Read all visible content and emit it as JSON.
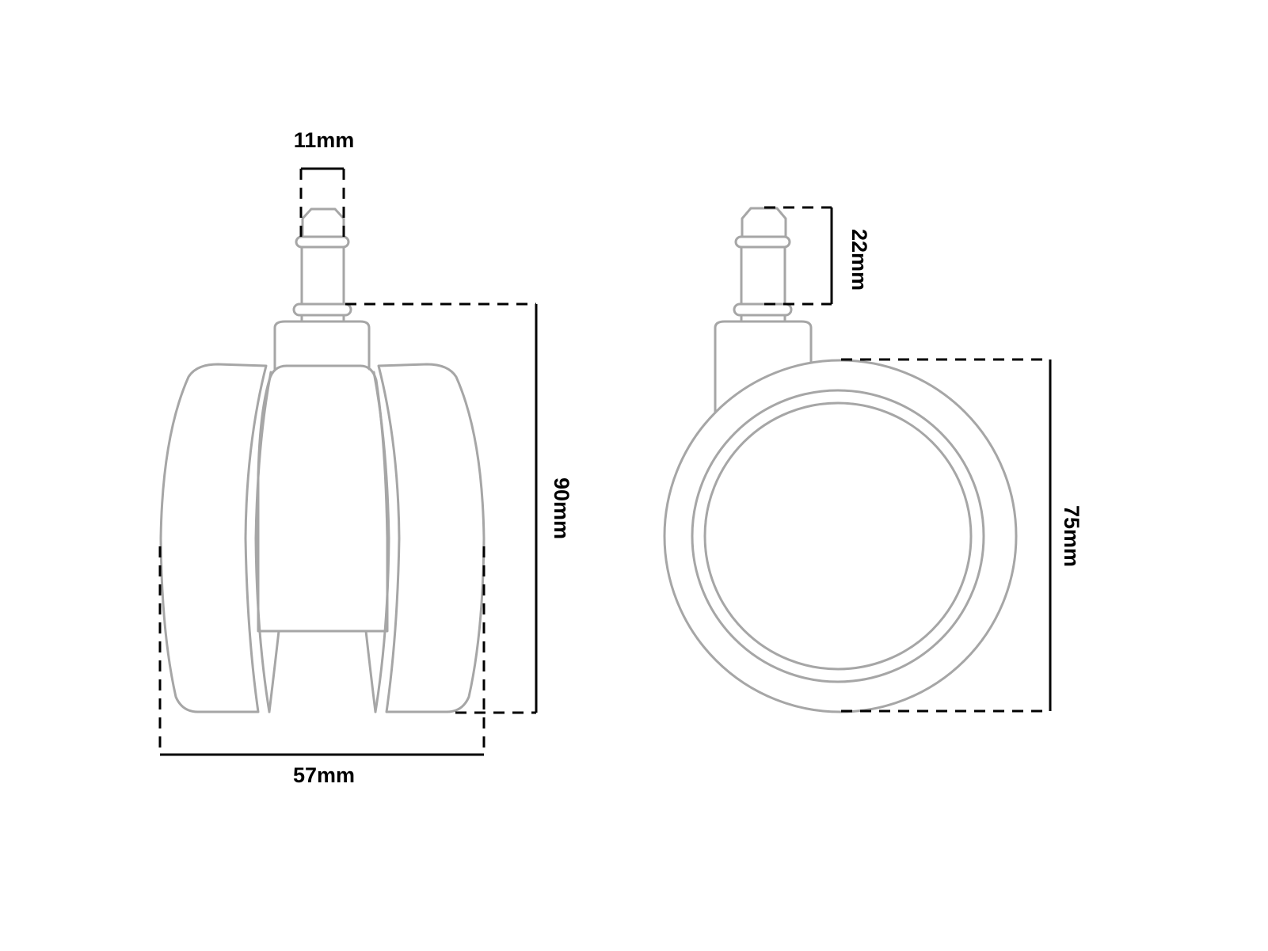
{
  "colors": {
    "outline": "#a6a6a6",
    "dimension": "#000000",
    "background": "#ffffff"
  },
  "side_view": {
    "stem_width_label": "11mm",
    "total_height_label": "90mm",
    "wheel_width_label": "57mm"
  },
  "front_view": {
    "stem_height_label": "22mm",
    "wheel_diameter_label": "75mm"
  }
}
